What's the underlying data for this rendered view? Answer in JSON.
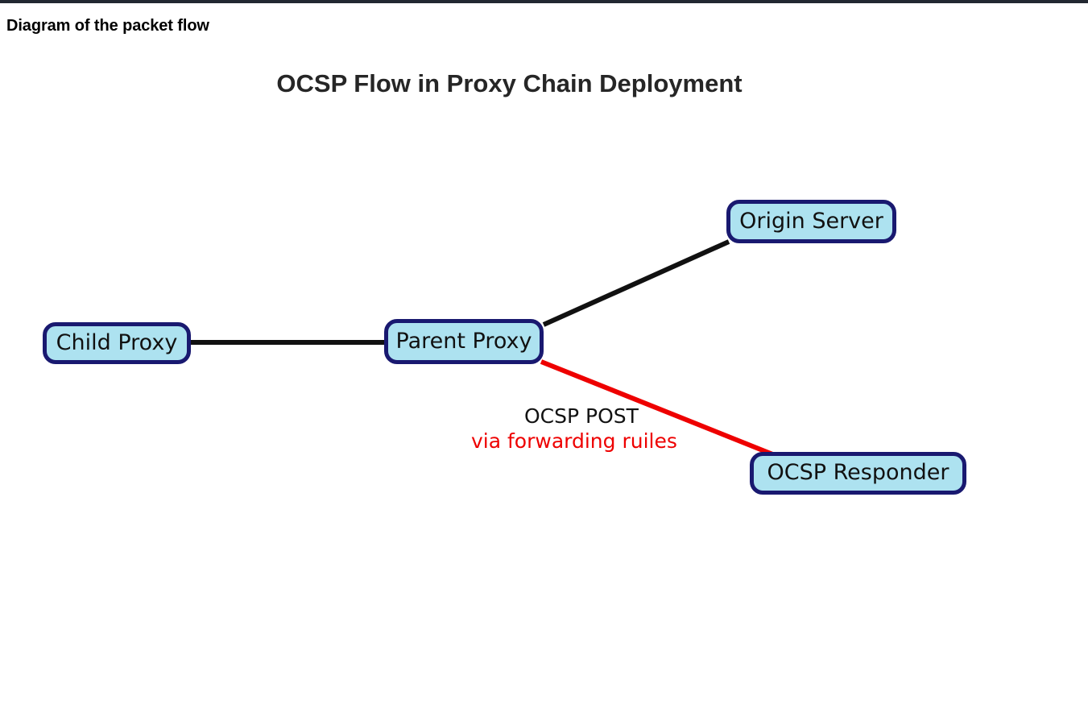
{
  "page": {
    "header_caption": "Diagram of the packet flow",
    "background_color": "#ffffff",
    "top_rule_color": "#222831"
  },
  "diagram": {
    "title": "OCSP Flow in Proxy Chain Deployment",
    "title_color": "#262626",
    "node_fill_color": "#ade2f0",
    "node_border_color": "#191970",
    "nodes": [
      {
        "id": "child-proxy",
        "label": "Child Proxy"
      },
      {
        "id": "parent-proxy",
        "label": "Parent Proxy"
      },
      {
        "id": "origin-server",
        "label": "Origin Server"
      },
      {
        "id": "ocsp-responder",
        "label": "OCSP Responder"
      }
    ],
    "edges": [
      {
        "id": "child-to-parent",
        "from": "child-proxy",
        "to": "parent-proxy",
        "color": "#111111",
        "style": "solid"
      },
      {
        "id": "parent-to-origin",
        "from": "parent-proxy",
        "to": "origin-server",
        "color": "#111111",
        "style": "solid"
      },
      {
        "id": "parent-to-responder",
        "from": "parent-proxy",
        "to": "ocsp-responder",
        "color": "#ee0000",
        "style": "solid"
      }
    ],
    "edge_labels": [
      {
        "id": "ocsp-post",
        "text": "OCSP POST",
        "color": "#121212"
      },
      {
        "id": "forwarding",
        "text": "via forwarding ruiles",
        "color": "#ee0000"
      }
    ]
  }
}
